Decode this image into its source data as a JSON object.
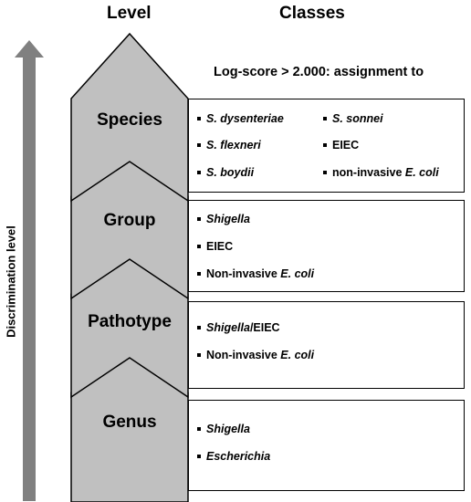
{
  "headers": {
    "level": "Level",
    "classes": "Classes"
  },
  "criterion": "Log-score > 2.000: assignment to",
  "axis_label": "Discrimination level",
  "colors": {
    "chevron_fill": "#c0c0c0",
    "arrow_fill": "#808080",
    "border": "#000000"
  },
  "levels": [
    {
      "name": "Species",
      "classes": [
        {
          "pre": "",
          "italic": "S. dysenteriae",
          "post": ""
        },
        {
          "pre": "",
          "italic": "S. sonnei",
          "post": ""
        },
        {
          "pre": "",
          "italic": "S. flexneri",
          "post": ""
        },
        {
          "pre": "EIEC",
          "italic": "",
          "post": ""
        },
        {
          "pre": "",
          "italic": "S. boydii",
          "post": ""
        },
        {
          "pre": "non-invasive ",
          "italic": "E. coli",
          "post": ""
        }
      ]
    },
    {
      "name": "Group",
      "classes": [
        {
          "pre": "",
          "italic": "Shigella",
          "post": ""
        },
        {
          "pre": "EIEC",
          "italic": "",
          "post": ""
        },
        {
          "pre": "Non-invasive ",
          "italic": "E. coli",
          "post": ""
        }
      ]
    },
    {
      "name": "Pathotype",
      "classes": [
        {
          "pre": "",
          "italic": "Shigella",
          "post": "/EIEC"
        },
        {
          "pre": "Non-invasive ",
          "italic": "E. coli",
          "post": ""
        }
      ]
    },
    {
      "name": "Genus",
      "classes": [
        {
          "pre": "",
          "italic": "Shigella",
          "post": ""
        },
        {
          "pre": "",
          "italic": "Escherichia",
          "post": ""
        }
      ]
    }
  ]
}
